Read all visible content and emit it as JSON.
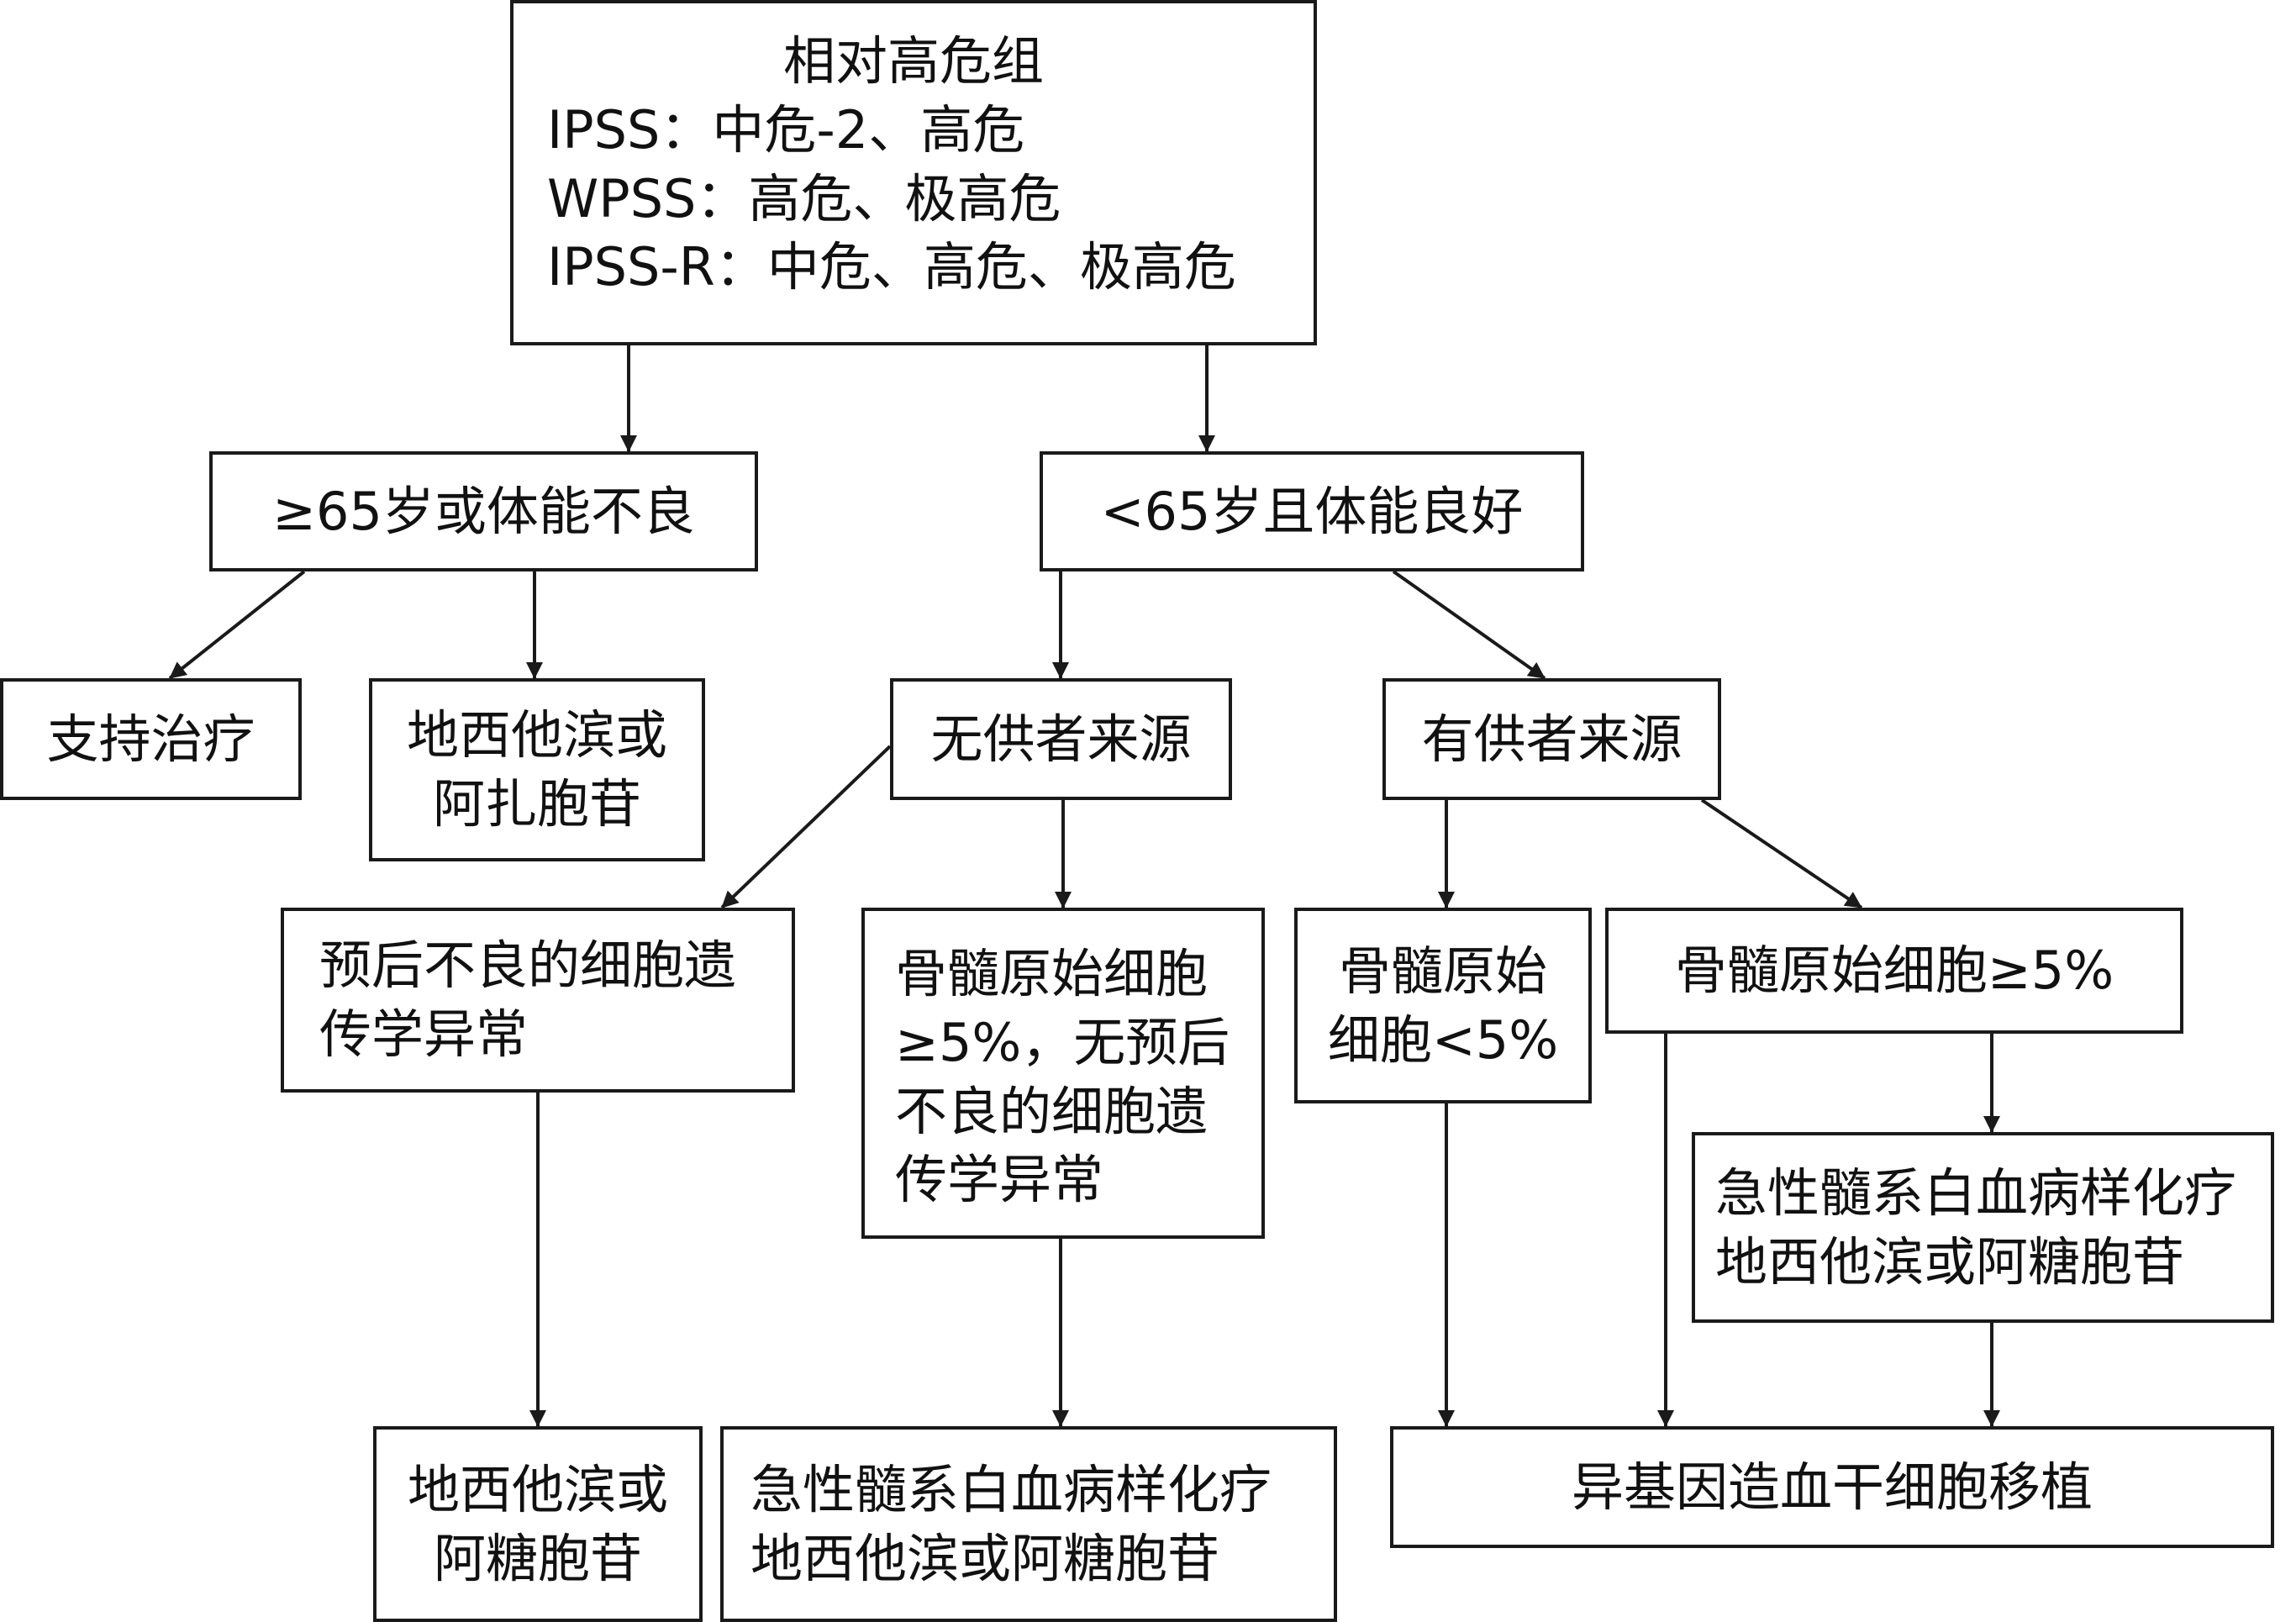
{
  "root": {
    "title": "相对高危组",
    "lines": [
      "IPSS：中危-2、高危",
      "WPSS：高危、极高危",
      "IPSS-R：中危、高危、极高危"
    ]
  },
  "left_branch": {
    "condition": "≥65岁或体能不良",
    "support": "支持治疗",
    "drug_lines": [
      "地西他滨或",
      "阿扎胞苷"
    ]
  },
  "right_branch": {
    "condition": "<65岁且体能良好",
    "no_donor": {
      "label": "无供者来源",
      "poor_genetics": [
        "预后不良的细胞遗",
        "传学异常"
      ],
      "poor_genetics_result": [
        "地西他滨或",
        "阿糖胞苷"
      ],
      "high_blasts": [
        "骨髓原始细胞",
        "≥5%，无预后",
        "不良的细胞遗",
        "传学异常"
      ],
      "high_blasts_result": [
        "急性髓系白血病样化疗",
        "地西他滨或阿糖胞苷"
      ]
    },
    "donor": {
      "label": "有供者来源",
      "low_blasts": [
        "骨髓原始",
        "细胞<5%"
      ],
      "high_blasts": "骨髓原始细胞≥5%",
      "high_blasts_bridge": [
        "急性髓系白血病样化疗",
        "地西他滨或阿糖胞苷"
      ],
      "transplant": "异基因造血干细胞移植"
    }
  }
}
